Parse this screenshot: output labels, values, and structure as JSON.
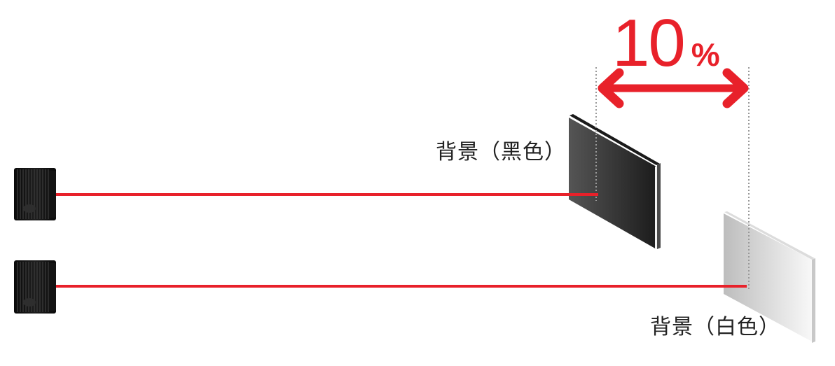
{
  "diagram": {
    "title_value": "10",
    "title_unit": "%",
    "labels": {
      "black_background": "背景（黑色）",
      "white_background": "背景（白色）"
    },
    "elements": [
      {
        "id": "sensor-top",
        "type": "sensor",
        "icon": "threaded-sensor-icon"
      },
      {
        "id": "sensor-bottom",
        "type": "sensor",
        "icon": "threaded-sensor-icon"
      },
      {
        "id": "beam-top",
        "type": "laser-beam",
        "target": "black-background-panel"
      },
      {
        "id": "beam-bottom",
        "type": "laser-beam",
        "target": "white-background-panel"
      },
      {
        "id": "black-background-panel",
        "type": "panel",
        "label": "背景（黑色）"
      },
      {
        "id": "white-background-panel",
        "type": "panel",
        "label": "背景（白色）"
      },
      {
        "id": "difference-arrow",
        "type": "double-arrow",
        "annotation": "10%"
      }
    ],
    "colors": {
      "accent_red": "#e8212a",
      "black_panel": "#2a2a2a",
      "white_panel": "#d8d8d8",
      "guide_dots": "#9a9a9a",
      "text": "#222222"
    }
  }
}
